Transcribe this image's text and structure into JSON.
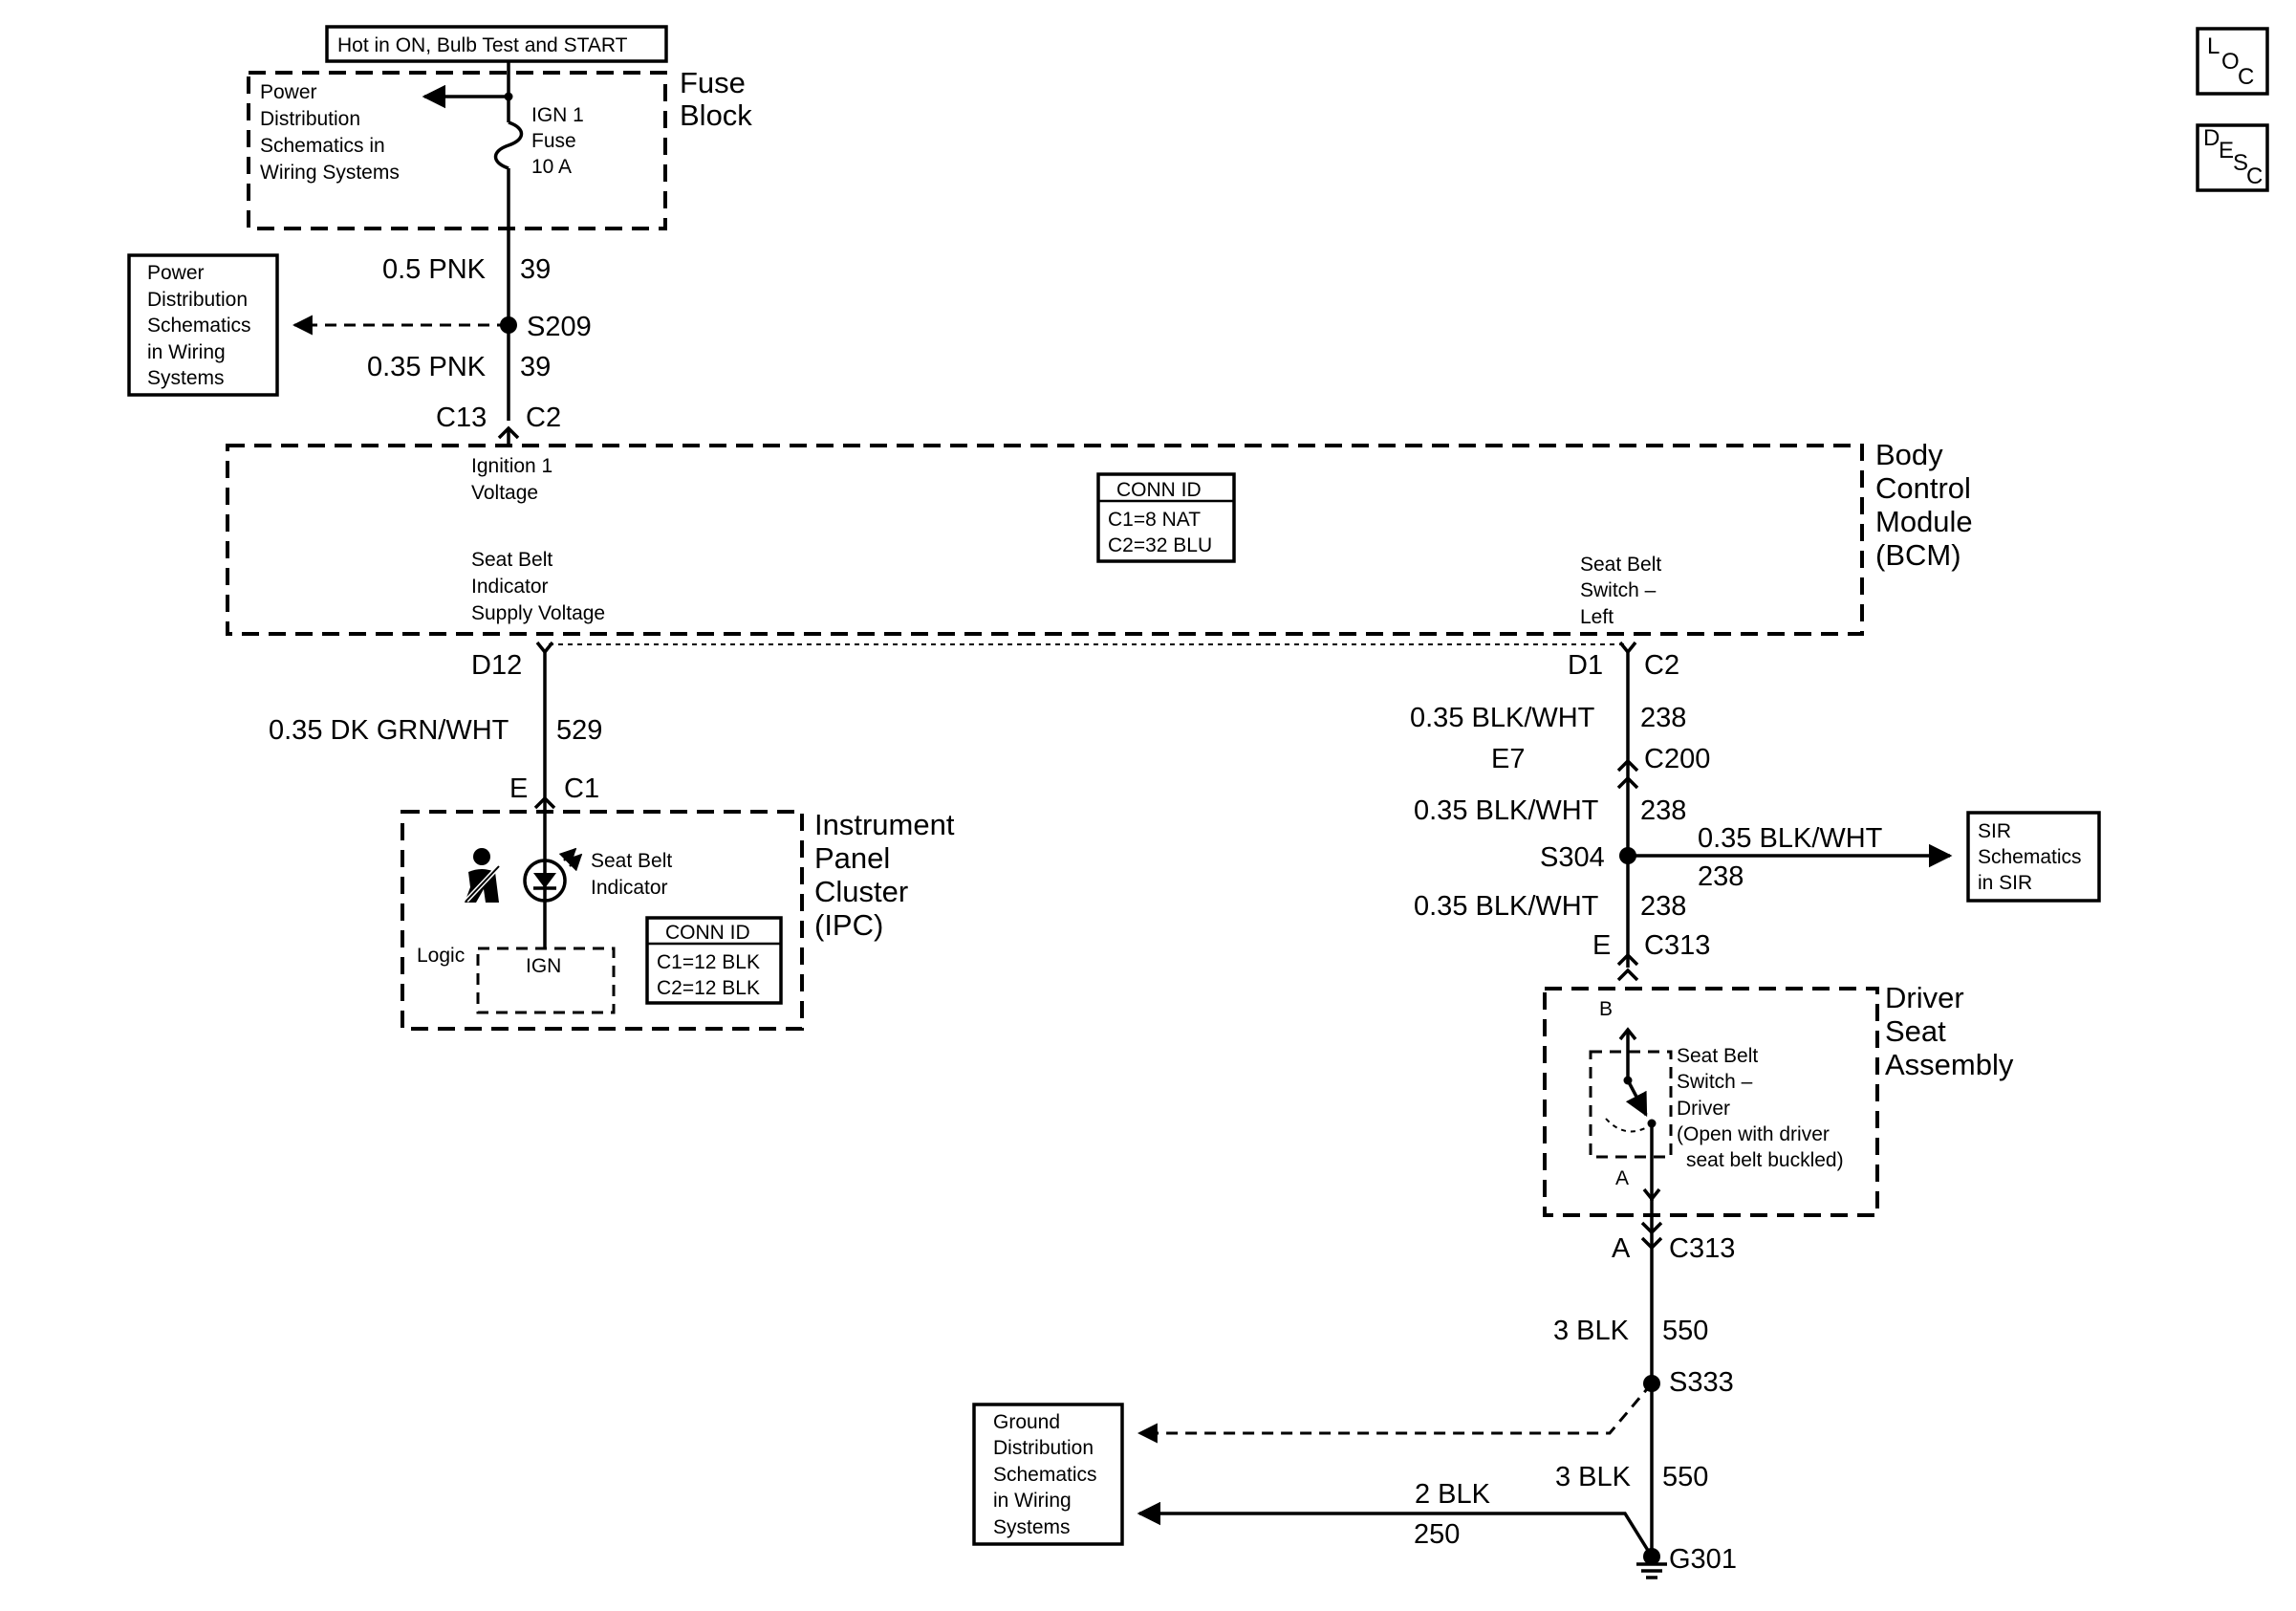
{
  "corner_icons": {
    "loc": [
      "L",
      "O",
      "C"
    ],
    "desc": [
      "D",
      "E",
      "S",
      "C"
    ]
  },
  "fuse_block": {
    "hot_label": "Hot in ON, Bulb Test and START",
    "name": [
      "Fuse",
      "Block"
    ],
    "power_dist": [
      "Power",
      "Distribution",
      "Schematics in",
      "Wiring Systems"
    ],
    "fuse": [
      "IGN 1",
      "Fuse",
      "10 A"
    ]
  },
  "power_dist_box": [
    "Power",
    "Distribution",
    "Schematics",
    "in Wiring",
    "Systems"
  ],
  "wires_top": {
    "w1_gauge": "0.5 PNK",
    "w1_circuit": "39",
    "splice": "S209",
    "w2_gauge": "0.35 PNK",
    "w2_circuit": "39",
    "pin": "C13",
    "connector": "C2"
  },
  "bcm": {
    "name": [
      "Body",
      "Control",
      "Module",
      "(BCM)"
    ],
    "ign_label": [
      "Ignition 1",
      "Voltage"
    ],
    "supply_label": [
      "Seat Belt",
      "Indicator",
      "Supply Voltage"
    ],
    "switch_label": [
      "Seat Belt",
      "Switch –",
      "Left"
    ],
    "conn_title": "CONN ID",
    "conn_rows": [
      "C1=8 NAT",
      "C2=32 BLU"
    ]
  },
  "ipc_wire": {
    "pin_top": "D12",
    "gauge": "0.35 DK GRN/WHT",
    "circuit": "529",
    "pin_bottom": "E",
    "connector_bottom": "C1"
  },
  "ipc": {
    "name": [
      "Instrument",
      "Panel",
      "Cluster",
      "(IPC)"
    ],
    "indicator": [
      "Seat Belt",
      "Indicator"
    ],
    "logic": "Logic",
    "ign": "IGN",
    "conn_title": "CONN ID",
    "conn_rows": [
      "C1=12 BLK",
      "C2=12 BLK"
    ]
  },
  "right_wire": {
    "pin_top": "D1",
    "connector_top": "C2",
    "w1_gauge": "0.35 BLK/WHT",
    "w1_circuit": "238",
    "pin_e7": "E7",
    "c200": "C200",
    "w2_gauge": "0.35 BLK/WHT",
    "w2_circuit": "238",
    "splice": "S304",
    "branch_gauge": "0.35 BLK/WHT",
    "branch_circuit": "238",
    "w3_gauge": "0.35 BLK/WHT",
    "w3_circuit": "238",
    "pin_e": "E",
    "c313_top": "C313"
  },
  "sir_box": [
    "SIR",
    "Schematics",
    "in SIR"
  ],
  "driver_seat": {
    "name": [
      "Driver",
      "Seat",
      "Assembly"
    ],
    "pin_b": "B",
    "pin_a": "A",
    "switch": [
      "Seat Belt",
      "Switch –",
      "Driver",
      "(Open with driver",
      "seat belt buckled)"
    ]
  },
  "ground": {
    "pin_a": "A",
    "c313_bottom": "C313",
    "w1_gauge": "3 BLK",
    "w1_circuit": "550",
    "splice": "S333",
    "w2_gauge": "3 BLK",
    "w2_circuit": "550",
    "w3_gauge": "2 BLK",
    "w3_circuit": "250",
    "ground_point": "G301",
    "box": [
      "Ground",
      "Distribution",
      "Schematics",
      "in Wiring",
      "Systems"
    ]
  }
}
